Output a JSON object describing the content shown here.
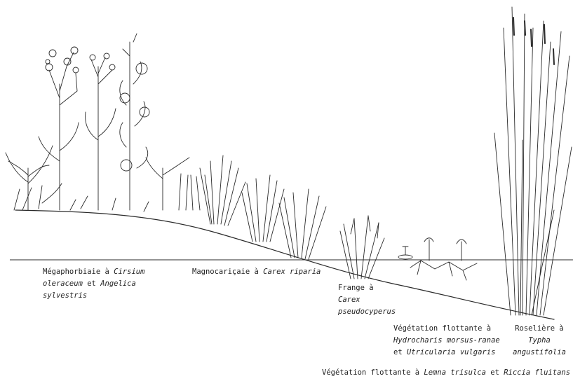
{
  "colors": {
    "ink": "#2a2a2a",
    "background": "#ffffff"
  },
  "labels": {
    "megaphorbiaie": {
      "line1_prefix": "Mégaphorbiaie à ",
      "line1_species": "Cirsium",
      "line2_species_a": "oleraceum",
      "line2_mid": " et ",
      "line2_species_b": "Angelica",
      "line3_species": "sylvestris"
    },
    "magnocariçaie": {
      "prefix": "Magnocariçaie à ",
      "species": "Carex riparia"
    },
    "frange": {
      "line1": "Frange à",
      "line2_species": "Carex",
      "line3_species": "pseudocyperus"
    },
    "vegetation_flottante_1": {
      "line1": "Végétation flottante à",
      "line2_species": "Hydrocharis morsus-ranae",
      "line3_prefix": "et ",
      "line3_species": "Utricularia vulgaris"
    },
    "roseliere": {
      "line1": "Roselière à",
      "line2_species": "Typha",
      "line3_species": "angustifolia"
    },
    "vegetation_flottante_2": {
      "prefix": "Végétation flottante à ",
      "species_a": "Lemna trisulca",
      "mid": " et ",
      "species_b": "Riccia fluitans"
    }
  }
}
